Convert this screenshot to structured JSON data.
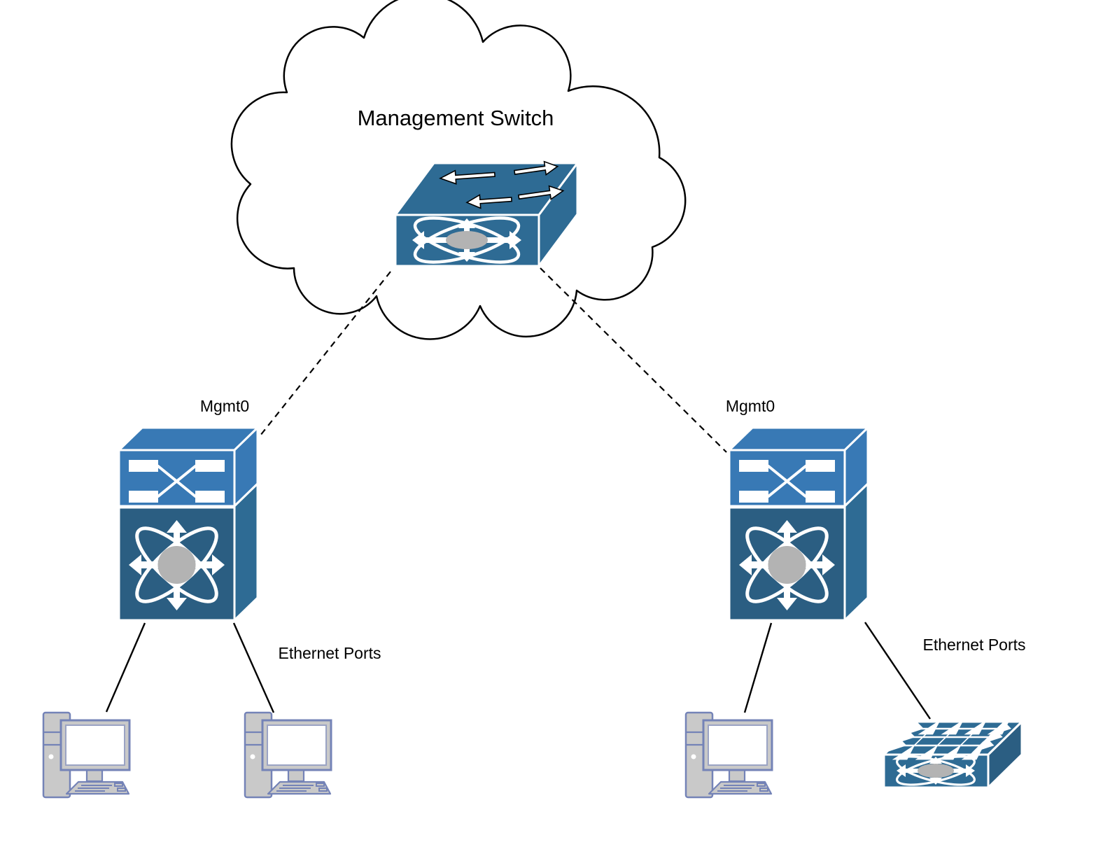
{
  "diagram": {
    "type": "network-topology",
    "cloud": {
      "label": "Management Switch"
    },
    "devices": {
      "management_switch": {
        "name": "Management Switch",
        "icon": "workgroup-switch-3d"
      },
      "nexus_left": {
        "mgmt_port_label": "Mgmt0",
        "ports_label": "Ethernet Ports",
        "icon": "nexus-switch"
      },
      "nexus_right": {
        "mgmt_port_label": "Mgmt0",
        "ports_label": "Ethernet Ports",
        "icon": "nexus-switch"
      },
      "pc_left_1": {
        "icon": "workstation"
      },
      "pc_left_2": {
        "icon": "workstation"
      },
      "pc_right": {
        "icon": "workstation"
      },
      "access_switch_right": {
        "icon": "workgroup-switch-flat"
      }
    },
    "connections": [
      {
        "from": "management_switch",
        "to": "nexus_left",
        "style": "dashed",
        "port": "Mgmt0"
      },
      {
        "from": "management_switch",
        "to": "nexus_right",
        "style": "dashed",
        "port": "Mgmt0"
      },
      {
        "from": "nexus_left",
        "to": "pc_left_1",
        "style": "solid",
        "port_group": "Ethernet Ports"
      },
      {
        "from": "nexus_left",
        "to": "pc_left_2",
        "style": "solid",
        "port_group": "Ethernet Ports"
      },
      {
        "from": "nexus_right",
        "to": "pc_right",
        "style": "solid",
        "port_group": "Ethernet Ports"
      },
      {
        "from": "nexus_right",
        "to": "access_switch_right",
        "style": "solid",
        "port_group": "Ethernet Ports"
      }
    ],
    "colors": {
      "switch_blue": "#2E6B94",
      "switch_blue_bright": "#3879B5",
      "switch_blue_dark": "#2B5E82",
      "icon_gray": "#B3B3B3",
      "pc_outline": "#7483B7",
      "pc_fill": "#C9C9C9",
      "line_color": "#000000",
      "background": "#FFFFFF"
    }
  }
}
